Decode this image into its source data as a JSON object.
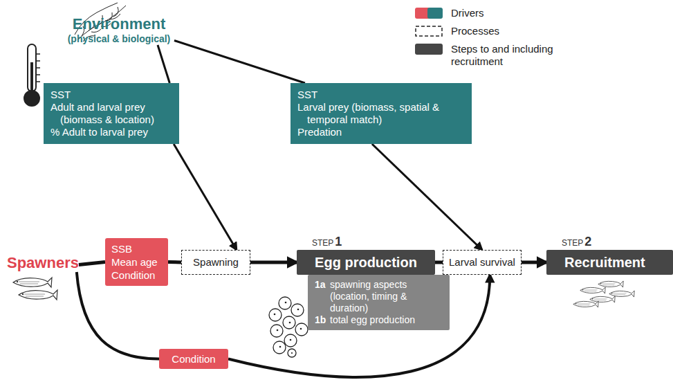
{
  "diagram": {
    "nodes": [
      {
        "text": [
          "Environment",
          "(physical & biological)"
        ]
      },
      {
        "text": [
          "SST",
          "Adult and larval prey (biomass & location)",
          "% Adult to larval prey"
        ]
      },
      {
        "text": [
          "SST",
          "Larval prey (biomass, spatial & temporal match)",
          "Predation"
        ]
      },
      {
        "text": [
          "Spawners"
        ]
      },
      {
        "text": [
          "SSB",
          "Mean age",
          "Condition"
        ]
      },
      {
        "text": [
          "Spawning"
        ]
      },
      {
        "text": [
          "STEP",
          "1",
          "Egg production"
        ]
      },
      {
        "text": [
          "1a",
          "spawning aspects (location, timing & duration)",
          "1b",
          "total egg production"
        ]
      },
      {
        "text": [
          "Larval survival"
        ]
      },
      {
        "text": [
          "STEP",
          "2",
          "Recruitment"
        ]
      },
      {
        "text": [
          "Condition"
        ]
      }
    ],
    "edges": [
      {
        "from": 0,
        "to": 1,
        "arrow": "none"
      },
      {
        "from": 1,
        "to": 5,
        "arrow": "to"
      },
      {
        "from": 0,
        "to": 2,
        "arrow": "none"
      },
      {
        "from": 2,
        "to": 8,
        "arrow": "to"
      },
      {
        "from": 3,
        "to": 4,
        "arrow": "none"
      },
      {
        "from": 4,
        "to": 5,
        "arrow": "none"
      },
      {
        "from": 5,
        "to": 6,
        "arrow": "to"
      },
      {
        "from": 6,
        "to": 8,
        "arrow": "none"
      },
      {
        "from": 8,
        "to": 9,
        "arrow": "to"
      },
      {
        "from": 3,
        "to": 10,
        "arrow": "none"
      },
      {
        "from": 10,
        "to": 8,
        "arrow": "to"
      }
    ],
    "legend": [
      {
        "text": "Drivers"
      },
      {
        "text": "Processes"
      },
      {
        "text": "Steps to and including recruitment",
        "color": "#464646"
      }
    ]
  }
}
